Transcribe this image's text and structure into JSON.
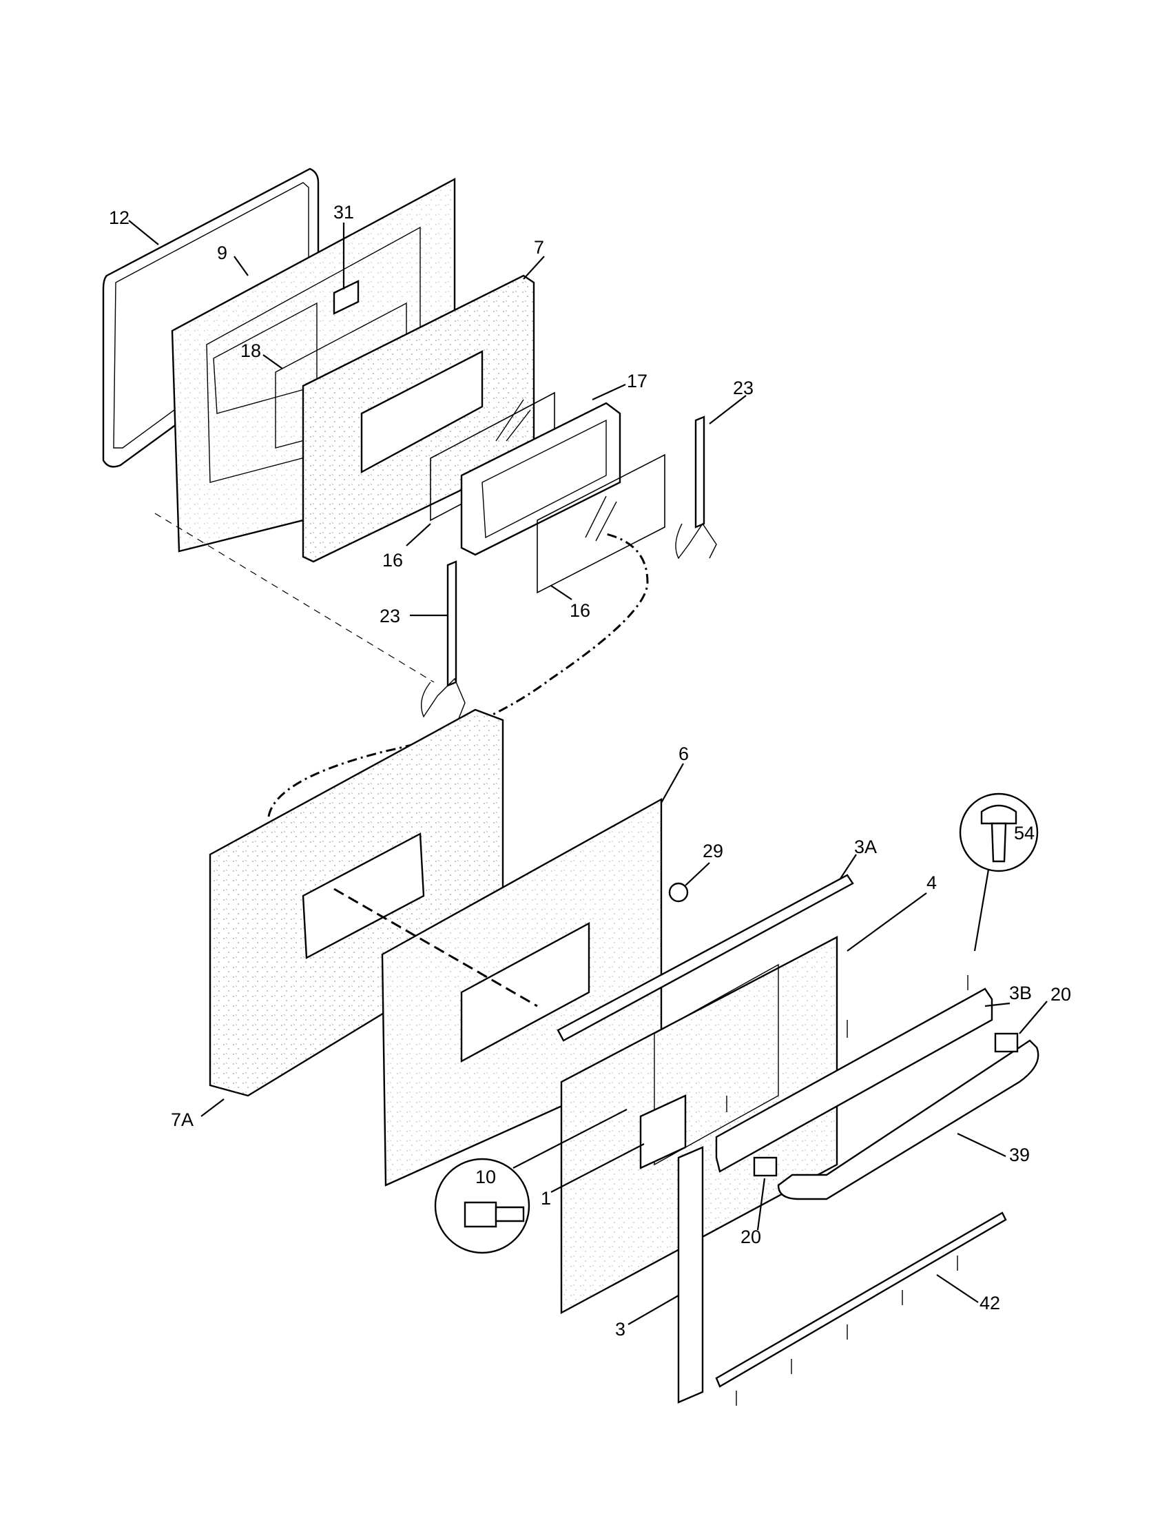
{
  "callouts": [
    {
      "id": "12"
    },
    {
      "id": "9"
    },
    {
      "id": "31"
    },
    {
      "id": "7"
    },
    {
      "id": "18"
    },
    {
      "id": "17"
    },
    {
      "id": "23"
    },
    {
      "id": "16"
    },
    {
      "id": "23"
    },
    {
      "id": "16"
    },
    {
      "id": "6"
    },
    {
      "id": "29"
    },
    {
      "id": "3A"
    },
    {
      "id": "54"
    },
    {
      "id": "4"
    },
    {
      "id": "3B"
    },
    {
      "id": "20"
    },
    {
      "id": "7A"
    },
    {
      "id": "39"
    },
    {
      "id": "10"
    },
    {
      "id": "1"
    },
    {
      "id": "20"
    },
    {
      "id": "42"
    },
    {
      "id": "3"
    }
  ],
  "colors": {
    "line": "#000000",
    "background": "#ffffff"
  }
}
